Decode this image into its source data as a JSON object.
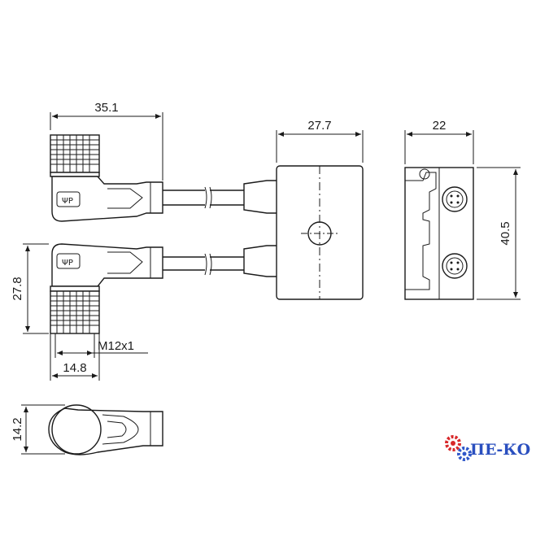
{
  "dimensions": {
    "top_connector_length": "35.1",
    "box_width": "27.7",
    "side_width": "22",
    "side_height": "40.5",
    "connector_height": "27.8",
    "thread": "M12x1",
    "connector_width": "14.8",
    "bottom_thickness": "14.2"
  },
  "logo": {
    "text": "ПЕ-КО",
    "colors": {
      "gear_red": "#d8282a",
      "gear_blue": "#2f57c9",
      "text_blue": "#2a4fbf"
    }
  }
}
